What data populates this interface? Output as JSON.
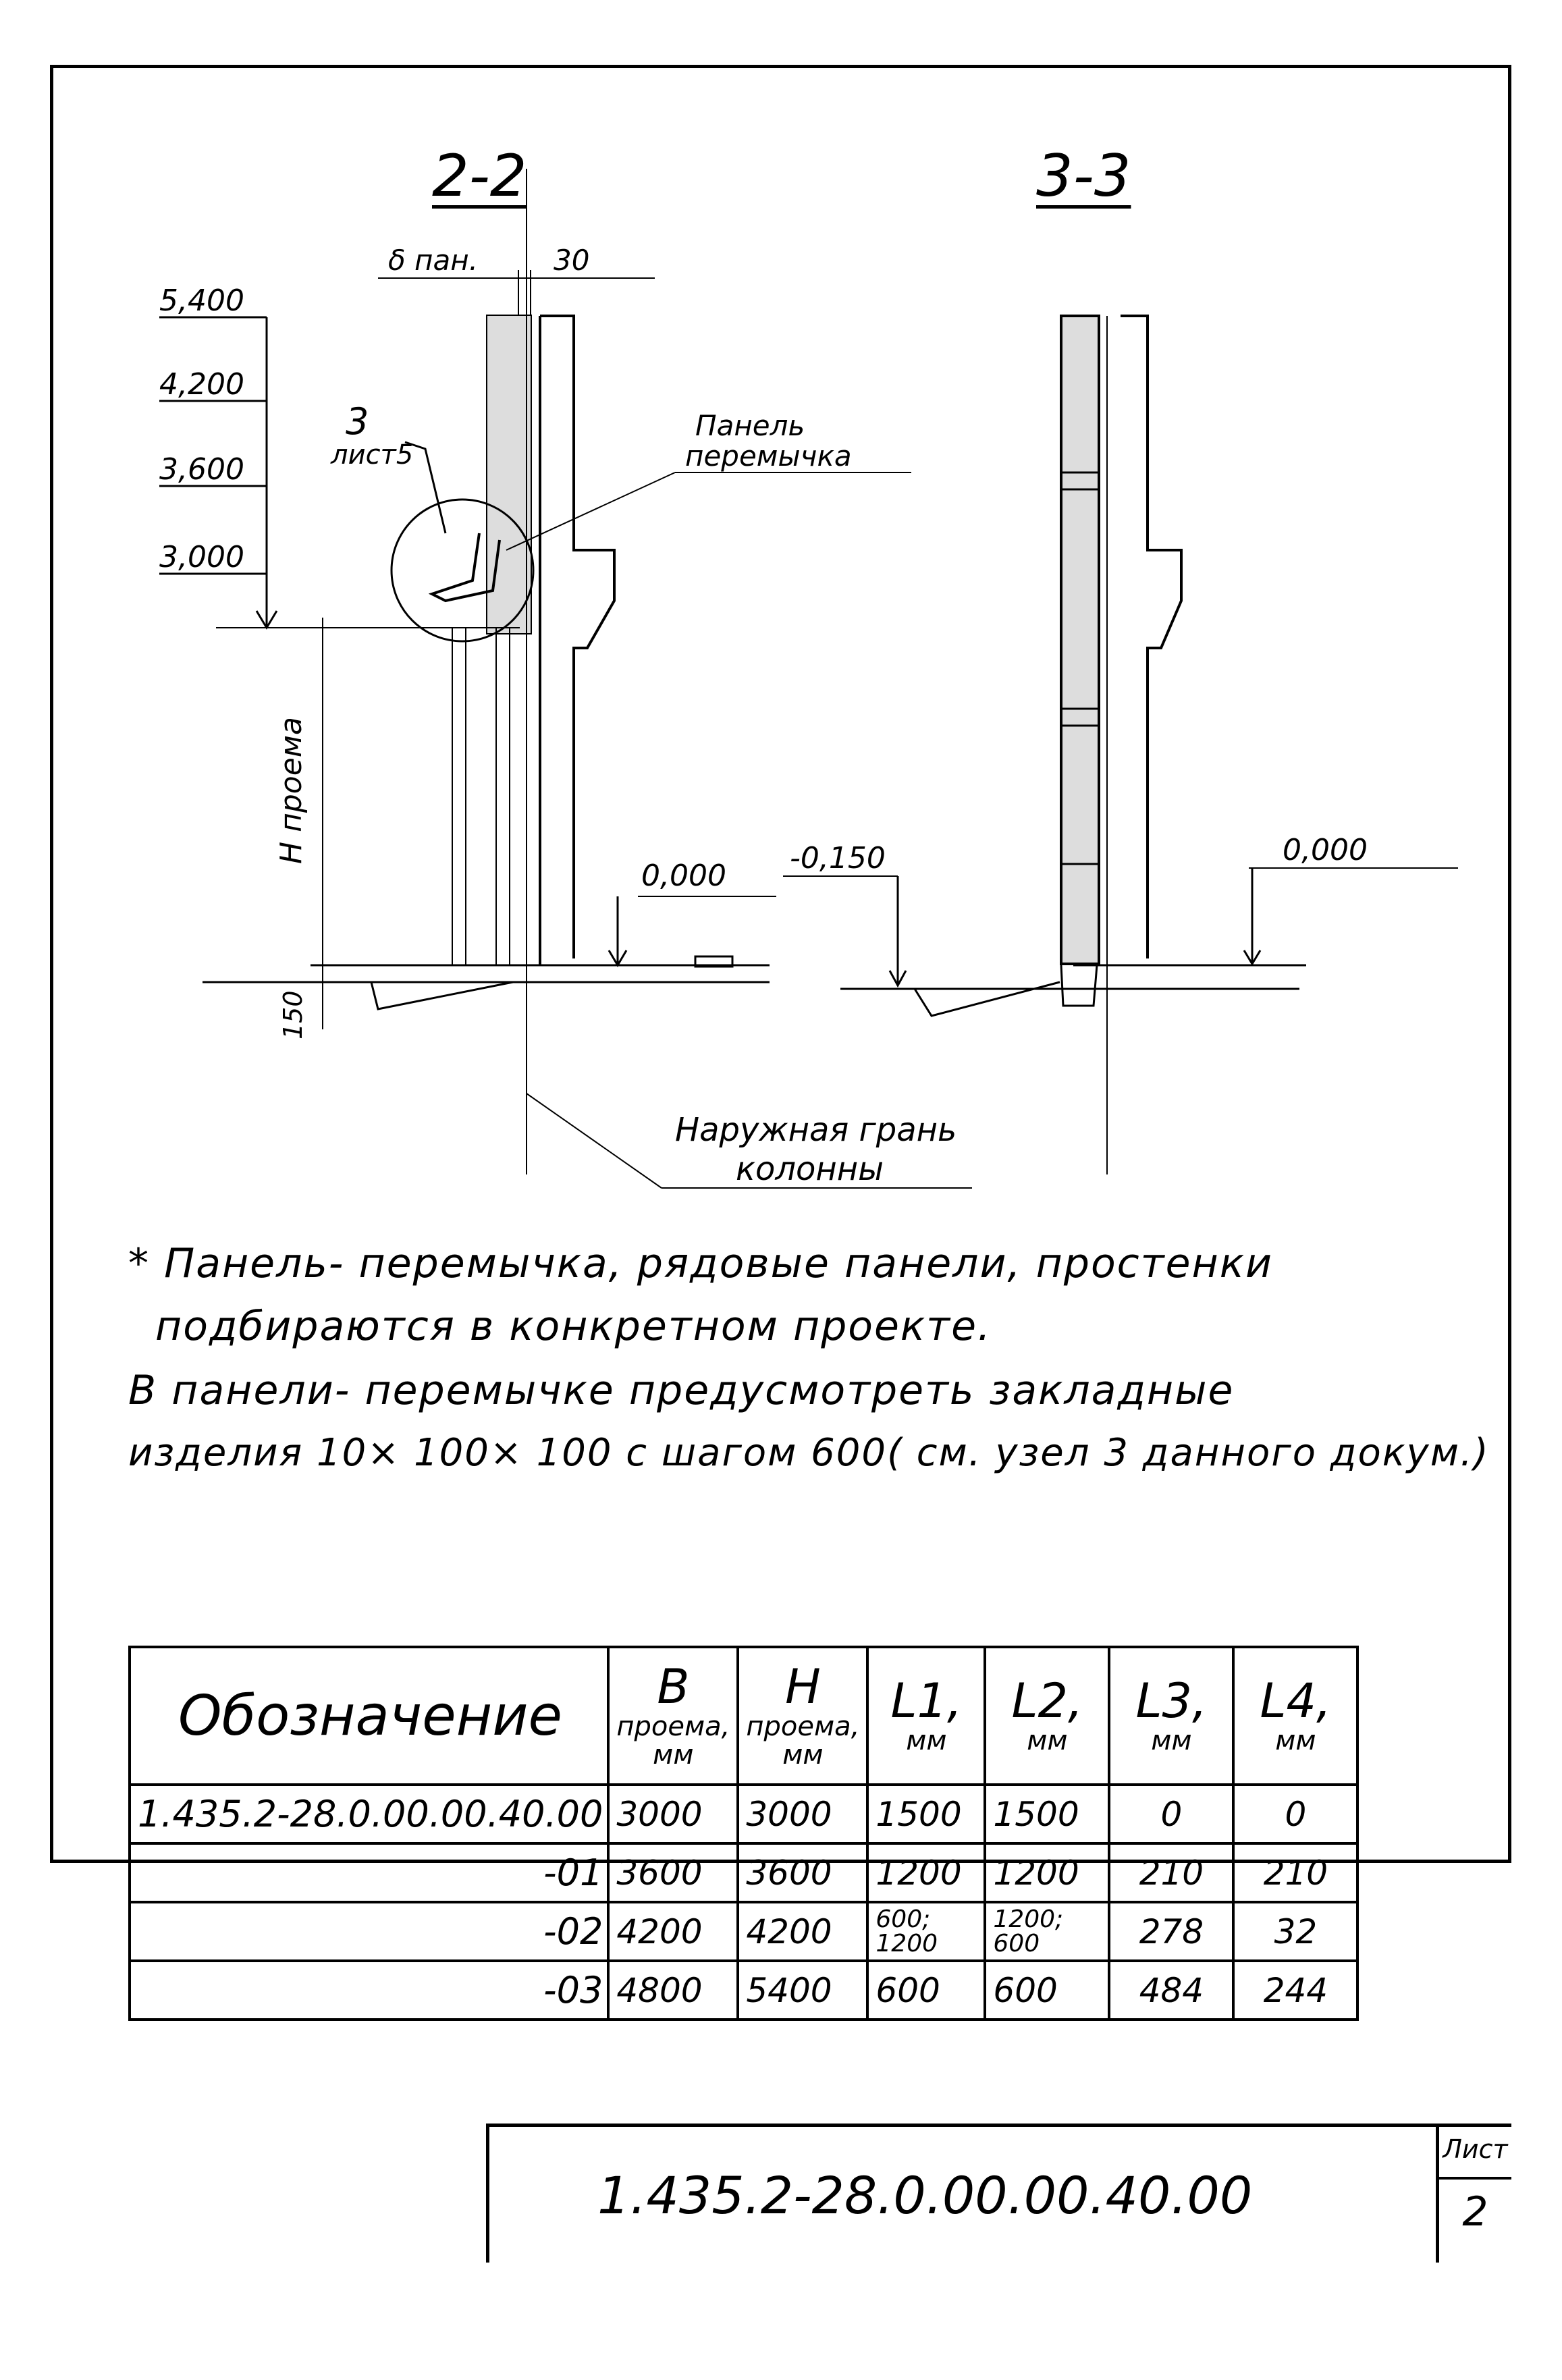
{
  "sections": {
    "left_title": "2-2",
    "right_title": "3-3"
  },
  "left_section": {
    "panel_thickness_label": "δ пан.",
    "gap_label": "30",
    "levels": [
      "5,400",
      "4,200",
      "3,600",
      "3,000"
    ],
    "callout_number": "3",
    "callout_sheet": "лист5",
    "panel_label_line1": "Панель",
    "panel_label_line2": "перемычка",
    "opening_height_label": "Н проема",
    "floor_level": "0,000",
    "depth_label": "150",
    "column_label_line1": "Наружная грань",
    "column_label_line2": "колонны"
  },
  "right_section": {
    "level_minus": "-0,150",
    "floor_level": "0,000"
  },
  "notes": [
    "* Панель- перемычка, рядовые панели, простенки",
    "подбираются в конкретном проекте.",
    "В панели- перемычке предусмотреть закладные",
    "изделия 10× 100× 100 с шагом 600( см. узел 3 данного докум.)"
  ],
  "table": {
    "header": {
      "designation": "Обозначение",
      "b": {
        "sym": "В",
        "unit1": "проема,",
        "unit2": "мм"
      },
      "h": {
        "sym": "Н",
        "unit1": "проема,",
        "unit2": "мм"
      },
      "l1": {
        "sym": "L1,",
        "unit": "мм"
      },
      "l2": {
        "sym": "L2,",
        "unit": "мм"
      },
      "l3": {
        "sym": "L3,",
        "unit": "мм"
      },
      "l4": {
        "sym": "L4,",
        "unit": "мм"
      }
    },
    "rows": [
      {
        "code": "1.435.2-28.0.00.00.40.00",
        "b": "3000",
        "h": "3000",
        "l1": "1500",
        "l2": "1500",
        "l3": "0",
        "l4": "0"
      },
      {
        "code": "-01",
        "b": "3600",
        "h": "3600",
        "l1": "1200",
        "l2": "1200",
        "l3": "210",
        "l4": "210"
      },
      {
        "code": "-02",
        "b": "4200",
        "h": "4200",
        "l1": "600; 1200",
        "l2": "1200; 600",
        "l3": "278",
        "l4": "32"
      },
      {
        "code": "-03",
        "b": "4800",
        "h": "5400",
        "l1": "600",
        "l2": "600",
        "l3": "484",
        "l4": "244"
      }
    ]
  },
  "stamp": {
    "code": "1.435.2-28.0.00.00.40.00",
    "sheet_label": "Лист",
    "sheet_number": "2"
  }
}
